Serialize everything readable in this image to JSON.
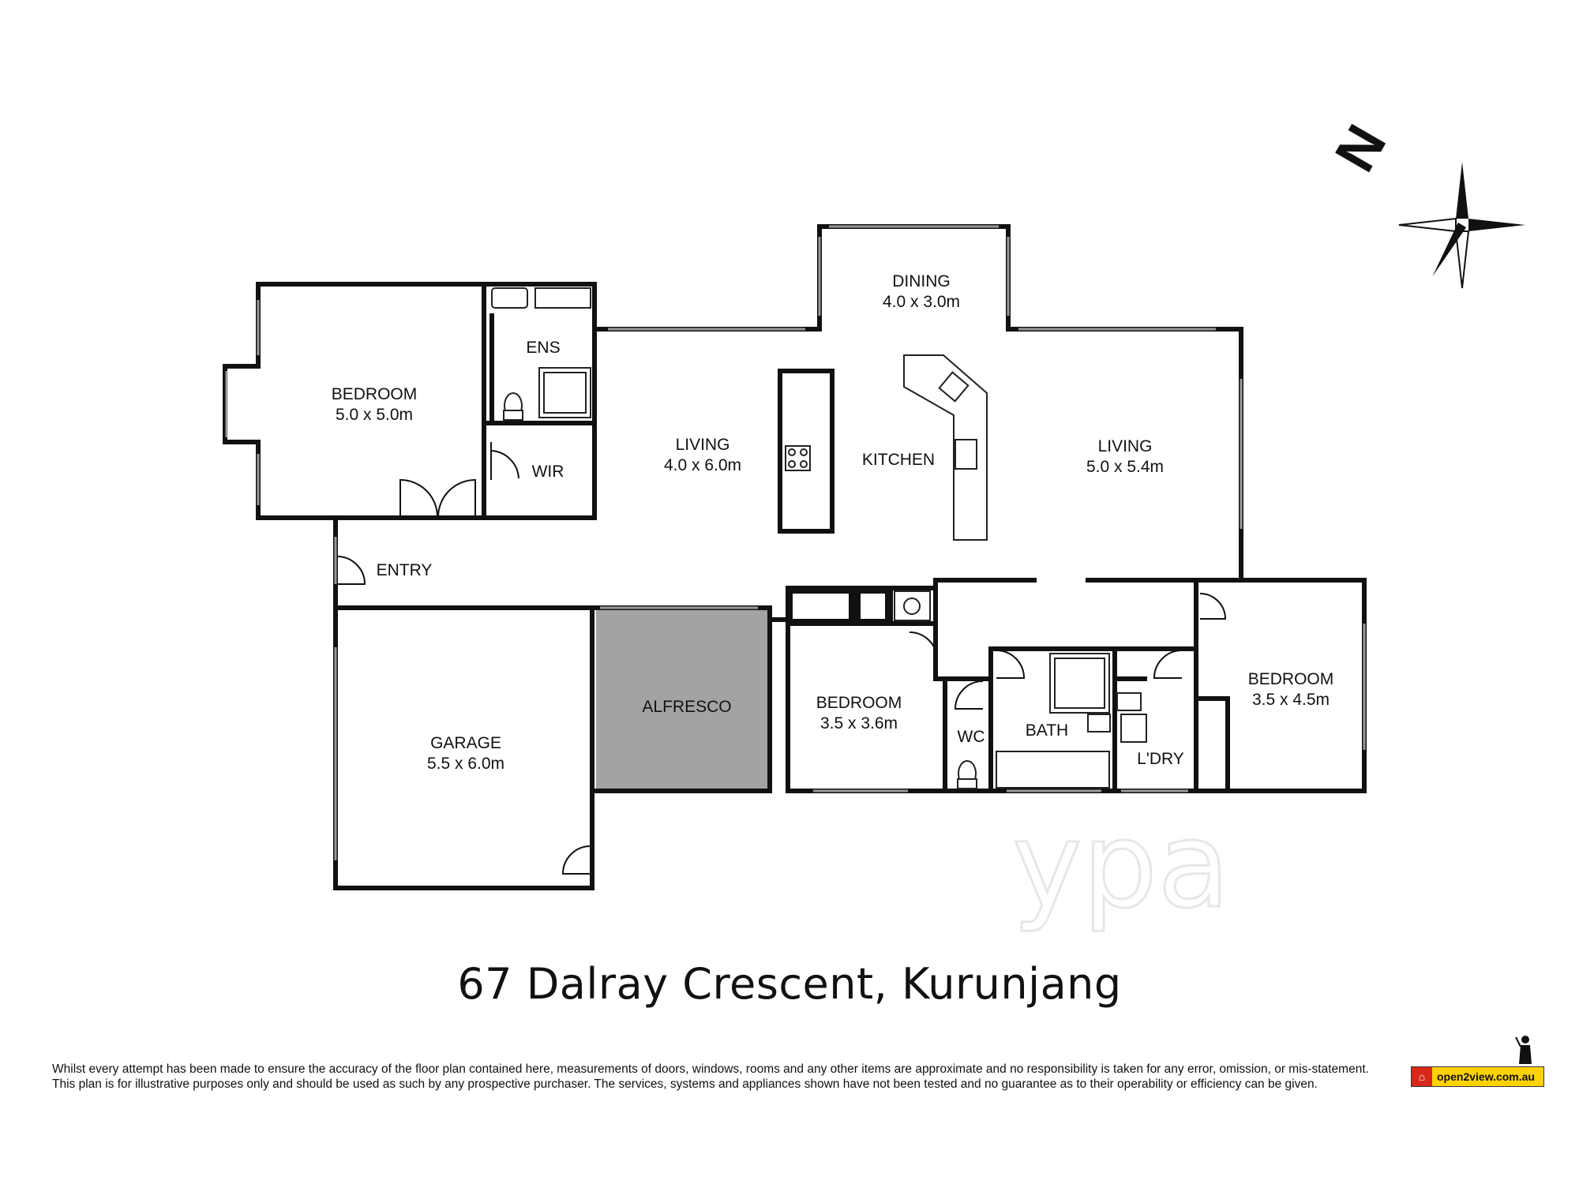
{
  "plan": {
    "address": "67 Dalray Crescent, Kurunjang",
    "watermark": "ypa",
    "compass_label": "N",
    "rooms": {
      "bedroom_main": {
        "name": "BEDROOM",
        "size": "5.0 x 5.0m"
      },
      "ensuite": {
        "name": "ENS"
      },
      "wir": {
        "name": "WIR"
      },
      "living_left": {
        "name": "LIVING",
        "size": "4.0 x 6.0m"
      },
      "dining": {
        "name": "DINING",
        "size": "4.0 x 3.0m"
      },
      "kitchen": {
        "name": "KITCHEN"
      },
      "living_right": {
        "name": "LIVING",
        "size": "5.0 x 5.4m"
      },
      "entry": {
        "name": "ENTRY"
      },
      "garage": {
        "name": "GARAGE",
        "size": "5.5 x 6.0m"
      },
      "alfresco": {
        "name": "ALFRESCO"
      },
      "bedroom_2": {
        "name": "BEDROOM",
        "size": "3.5 x 3.6m"
      },
      "wc": {
        "name": "WC"
      },
      "bath": {
        "name": "BATH"
      },
      "laundry": {
        "name": "L'DRY"
      },
      "bedroom_3": {
        "name": "BEDROOM",
        "size": "3.5 x 4.5m"
      }
    },
    "colors": {
      "alfresco_fill": "#a3a3a3",
      "walls": "#111111",
      "brand_yellow": "#ffd200",
      "brand_red": "#d62718"
    }
  },
  "footer": {
    "disclaimer_line1": "Whilst every attempt has been made to ensure the accuracy of the floor plan contained here, measurements of doors, windows, rooms and any other items are approximate and no responsibility is taken for any error, omission, or mis-statement.",
    "disclaimer_line2": "This plan is for illustrative purposes only and should be used as such by any prospective purchaser. The services, systems and appliances shown have not been tested and no guarantee as to their operability or efficiency can be given.",
    "brand": "open2view.com.au",
    "brand_icon": "house-icon"
  }
}
